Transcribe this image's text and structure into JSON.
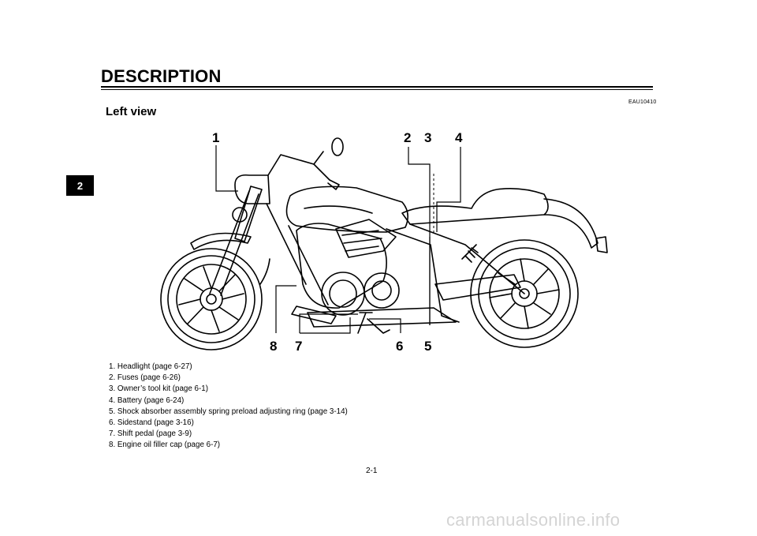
{
  "header": {
    "title": "DESCRIPTION"
  },
  "chapter_tab": "2",
  "reference_code": "EAU10410",
  "subtitle": "Left view",
  "illustration": {
    "icon": "motorcycle-left-side-illustration",
    "callouts": [
      "1",
      "2",
      "3",
      "4",
      "5",
      "6",
      "7",
      "8"
    ]
  },
  "legend": [
    "1. Headlight (page 6-27)",
    "2. Fuses (page 6-26)",
    "3. Owner’s tool kit (page 6-1)",
    "4. Battery (page 6-24)",
    "5. Shock absorber assembly spring preload adjusting ring (page 3-14)",
    "6. Sidestand (page 3-16)",
    "7. Shift pedal (page 3-9)",
    "8. Engine oil filler cap (page 6-7)"
  ],
  "page_number": "2-1",
  "watermark": "carmanualsonline.info"
}
